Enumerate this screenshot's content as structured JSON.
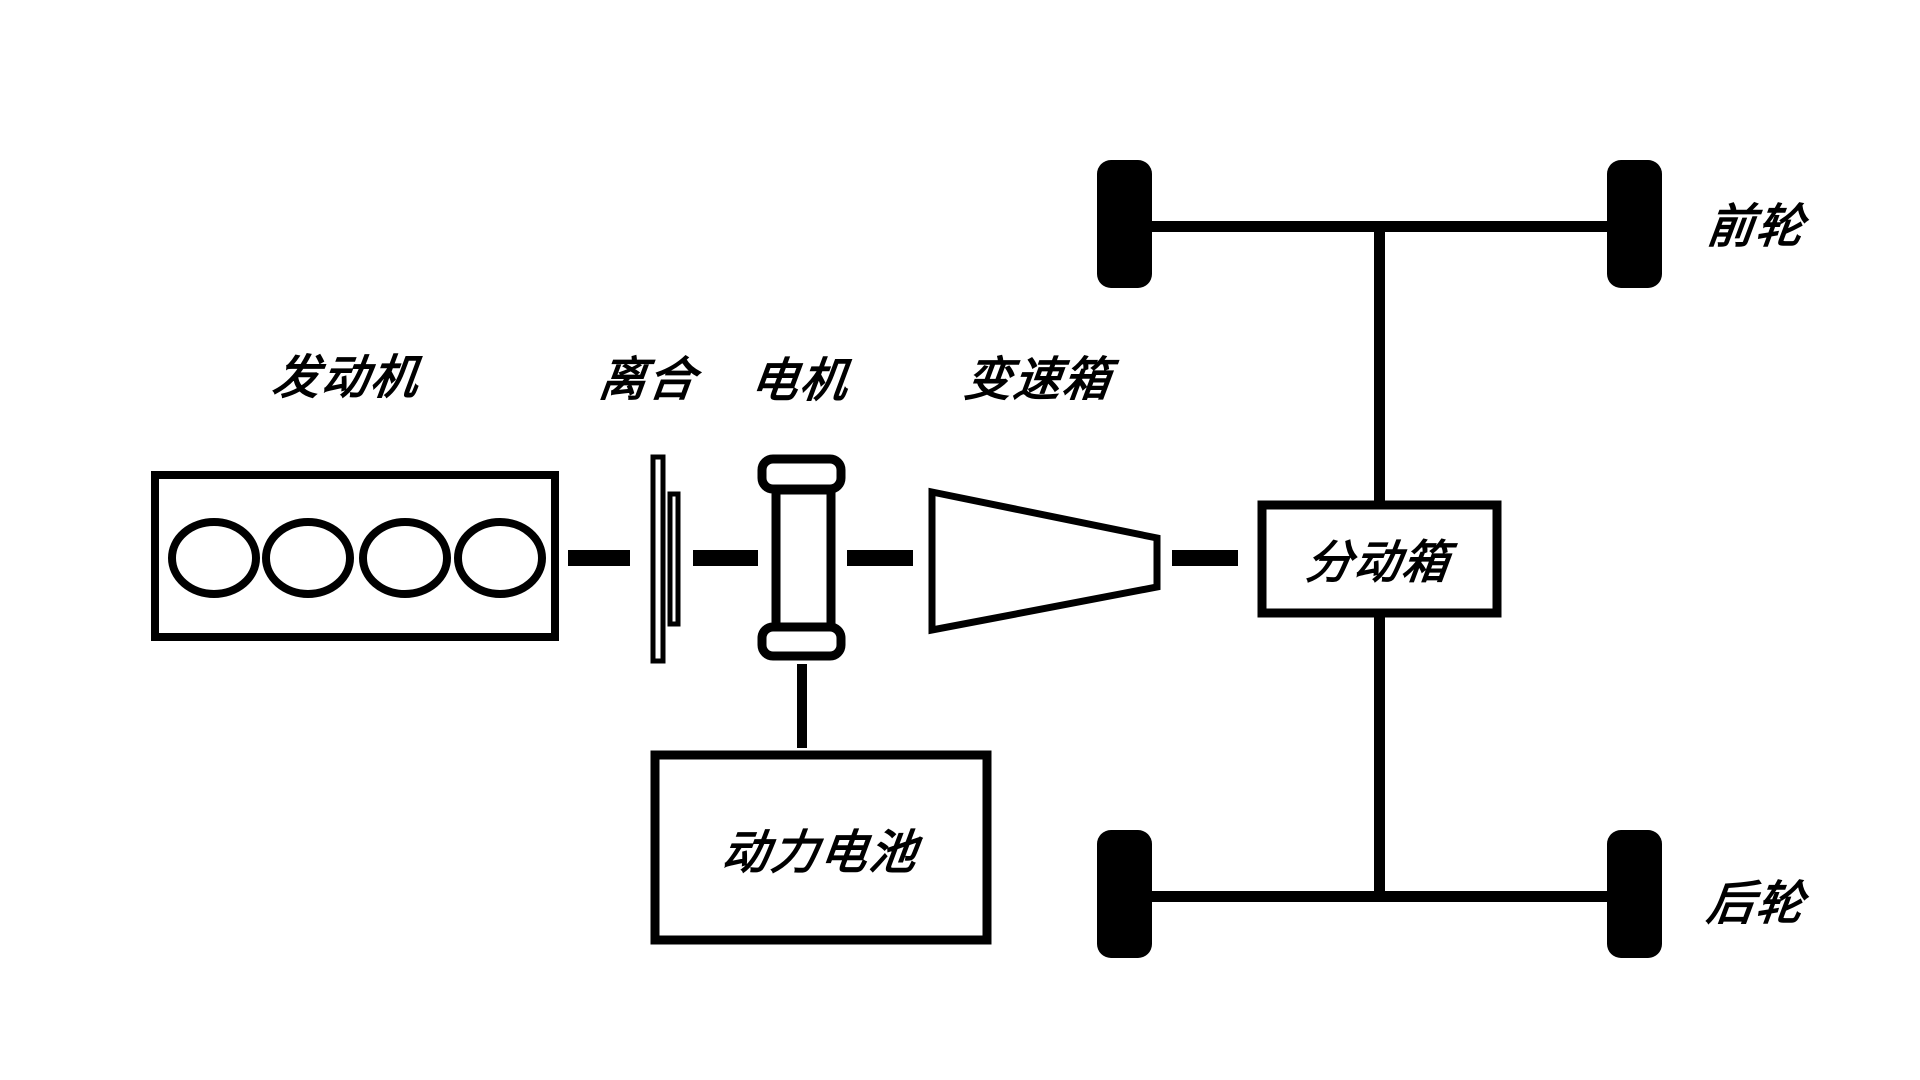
{
  "diagram": {
    "background_color": "#ffffff",
    "ink_color": "#000000",
    "components": {
      "engine": {
        "label": "发动机",
        "cylinders": 4
      },
      "clutch": {
        "label": "离合"
      },
      "motor": {
        "label": "电机"
      },
      "gearbox": {
        "label": "变速箱"
      },
      "transfer_case": {
        "label": "分动箱"
      },
      "battery": {
        "label": "动力电池"
      },
      "front_wheel": {
        "label": "前轮"
      },
      "rear_wheel": {
        "label": "后轮"
      }
    },
    "connections": [
      {
        "from": "engine",
        "to": "clutch",
        "style": "dashed-shaft"
      },
      {
        "from": "clutch",
        "to": "motor",
        "style": "dashed-shaft"
      },
      {
        "from": "motor",
        "to": "gearbox",
        "style": "dashed-shaft"
      },
      {
        "from": "gearbox",
        "to": "transfer_case",
        "style": "dashed-shaft"
      },
      {
        "from": "motor",
        "to": "battery",
        "style": "solid"
      },
      {
        "from": "transfer_case",
        "to": "front_axle",
        "style": "solid"
      },
      {
        "from": "transfer_case",
        "to": "rear_axle",
        "style": "solid"
      }
    ]
  }
}
